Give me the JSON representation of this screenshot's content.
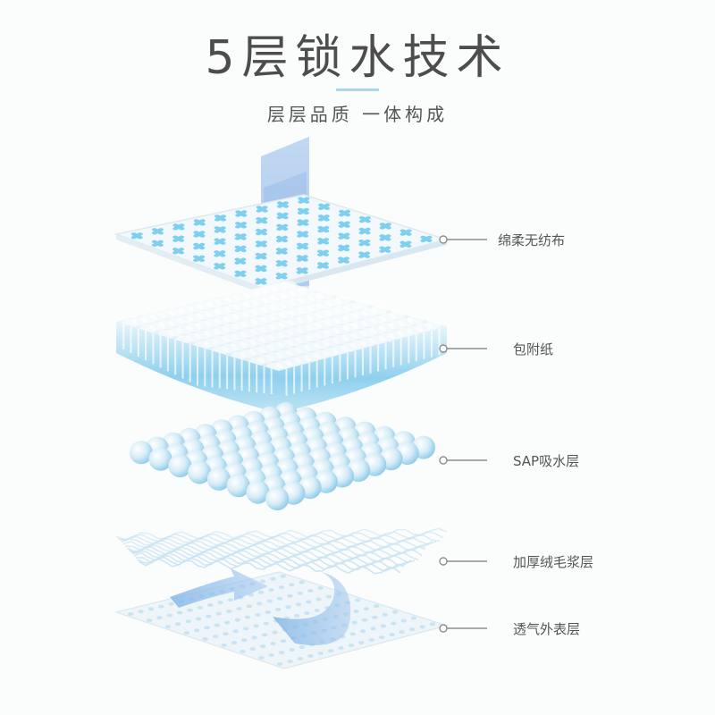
{
  "header": {
    "title": "5层锁水技术",
    "subtitle": "层层品质 一体构成"
  },
  "layers": [
    {
      "label": "绵柔无纺布"
    },
    {
      "label": "包附纸"
    },
    {
      "label": "SAP吸水层"
    },
    {
      "label": "加厚绒毛浆层"
    },
    {
      "label": "透气外表层"
    }
  ],
  "colors": {
    "accent": "#a9d8ea",
    "blue": "#5cbde6",
    "text": "#4d4d4d",
    "leader": "#8a8f92"
  }
}
